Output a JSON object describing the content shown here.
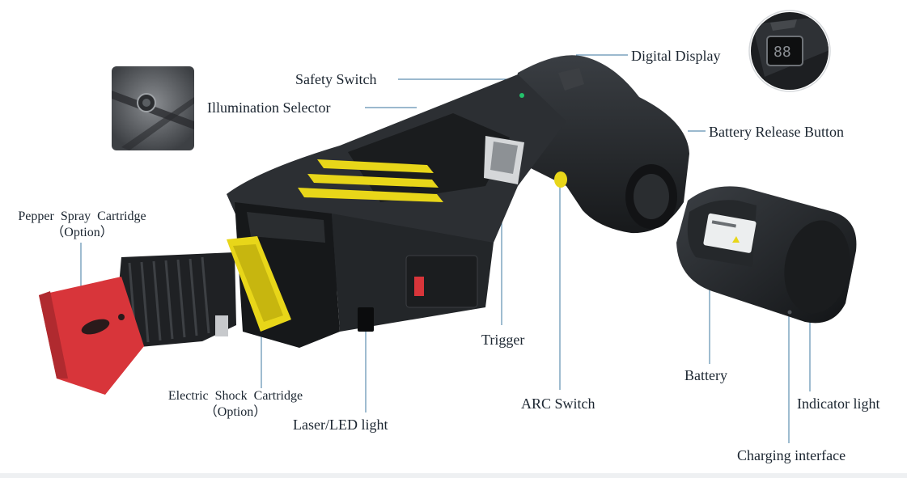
{
  "diagram": {
    "labels": {
      "digital_display": "Digital Display",
      "safety_switch": "Safety Switch",
      "illumination_selector": "Illumination Selector",
      "battery_release_button": "Battery Release Button",
      "pepper_spray_cartridge": "Pepper Spray Cartridge",
      "pepper_spray_option": "（Option）",
      "electric_shock_cartridge": "Electric Shock Cartridge",
      "electric_shock_option": "（Option）",
      "laser_led_light": "Laser/LED light",
      "trigger": "Trigger",
      "arc_switch": "ARC Switch",
      "battery": "Battery",
      "indicator_light": "Indicator light",
      "charging_interface": "Charging interface"
    },
    "colors": {
      "body": "#1e2124",
      "accent_yellow": "#e8d619",
      "cartridge_red": "#d8353a",
      "leader_line": "#5f8fb0",
      "label_text": "#1b2530"
    }
  }
}
